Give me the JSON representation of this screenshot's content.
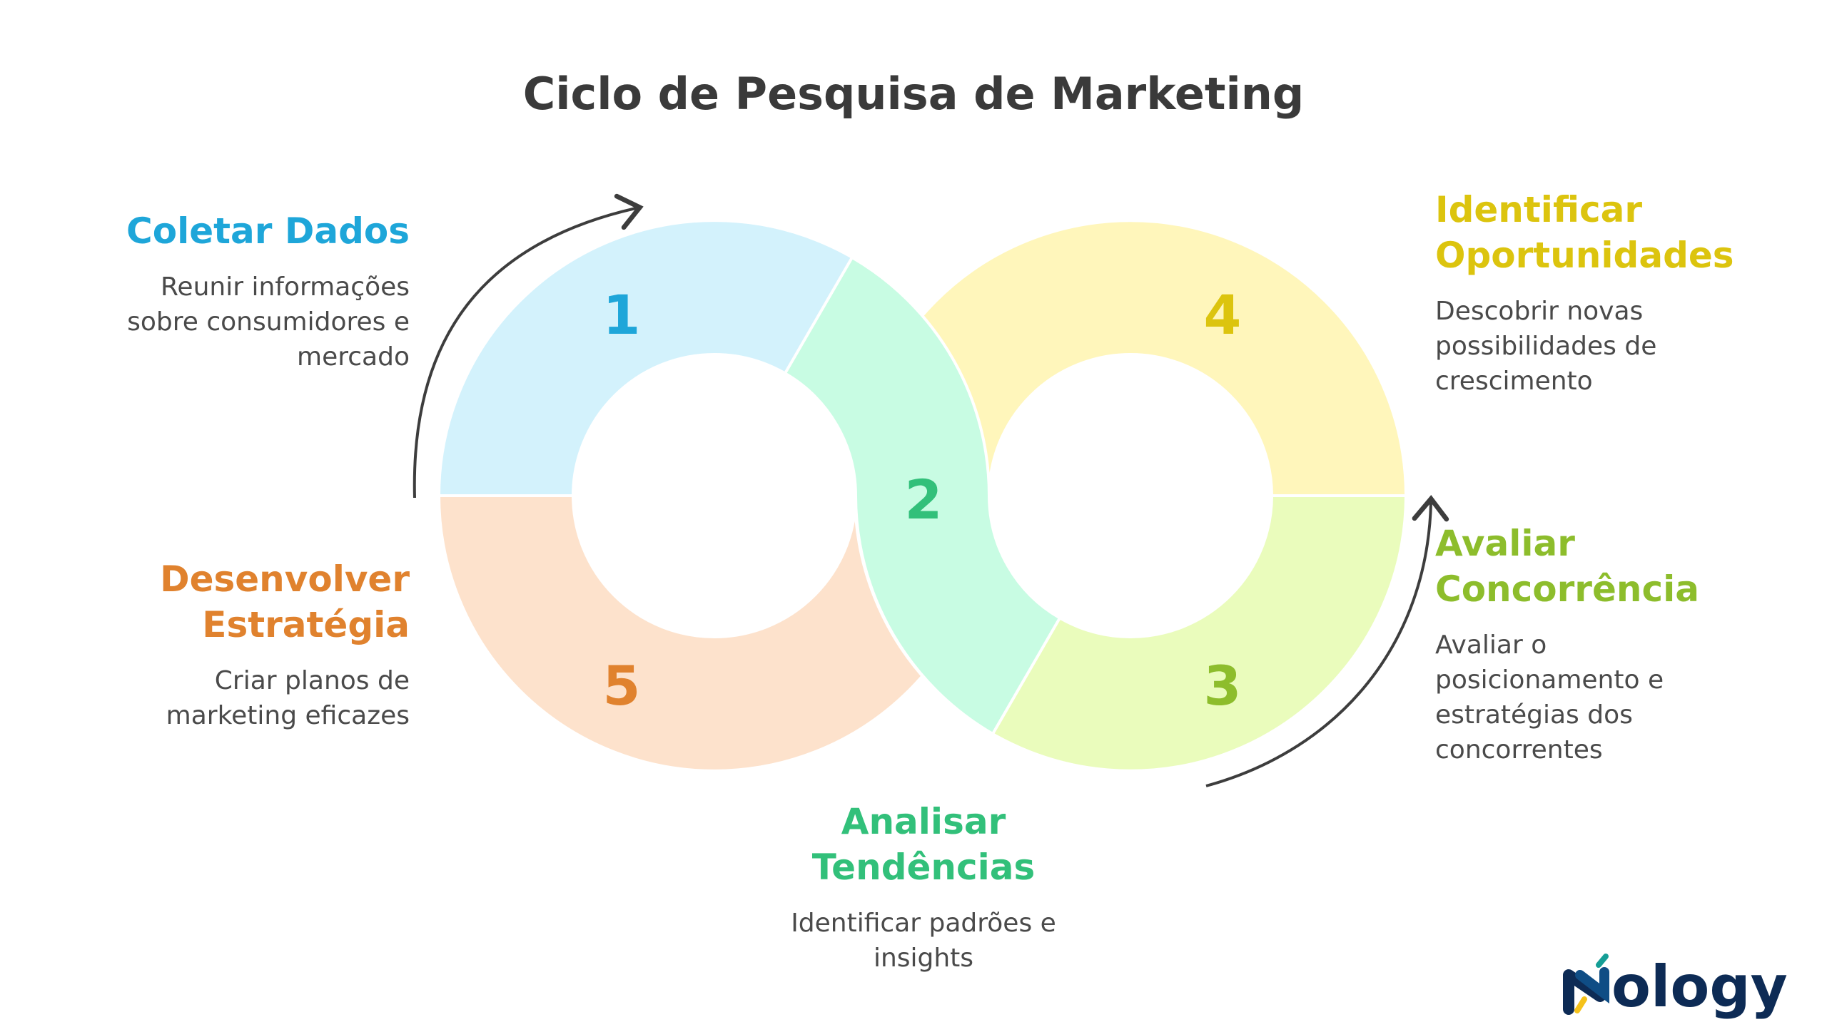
{
  "title": "Ciclo de Pesquisa de Marketing",
  "steps": [
    {
      "number": "1",
      "heading": [
        "Coletar Dados"
      ],
      "description": [
        "Reunir informações",
        "sobre consumidores e",
        "mercado"
      ],
      "text_color": "#1ea6d9",
      "fill_color": "#d3f2fc"
    },
    {
      "number": "2",
      "heading": [
        "Analisar",
        "Tendências"
      ],
      "description": [
        "Identificar padrões e",
        "insights"
      ],
      "text_color": "#32c07a",
      "fill_color": "#c8fce3"
    },
    {
      "number": "3",
      "heading": [
        "Avaliar",
        "Concorrência"
      ],
      "description": [
        "Avaliar o",
        "posicionamento e",
        "estratégias dos",
        "concorrentes"
      ],
      "text_color": "#8dbd2c",
      "fill_color": "#eafcbc"
    },
    {
      "number": "4",
      "heading": [
        "Identificar",
        "Oportunidades"
      ],
      "description": [
        "Descobrir novas",
        "possibilidades de",
        "crescimento"
      ],
      "text_color": "#dcc40e",
      "fill_color": "#fff6bb"
    },
    {
      "number": "5",
      "heading": [
        "Desenvolver",
        "Estratégia"
      ],
      "description": [
        "Criar planos de",
        "marketing eficazes"
      ],
      "text_color": "#e0822e",
      "fill_color": "#fde2cc"
    }
  ],
  "logo": {
    "text": "Nology",
    "color": "#0d2b55"
  }
}
